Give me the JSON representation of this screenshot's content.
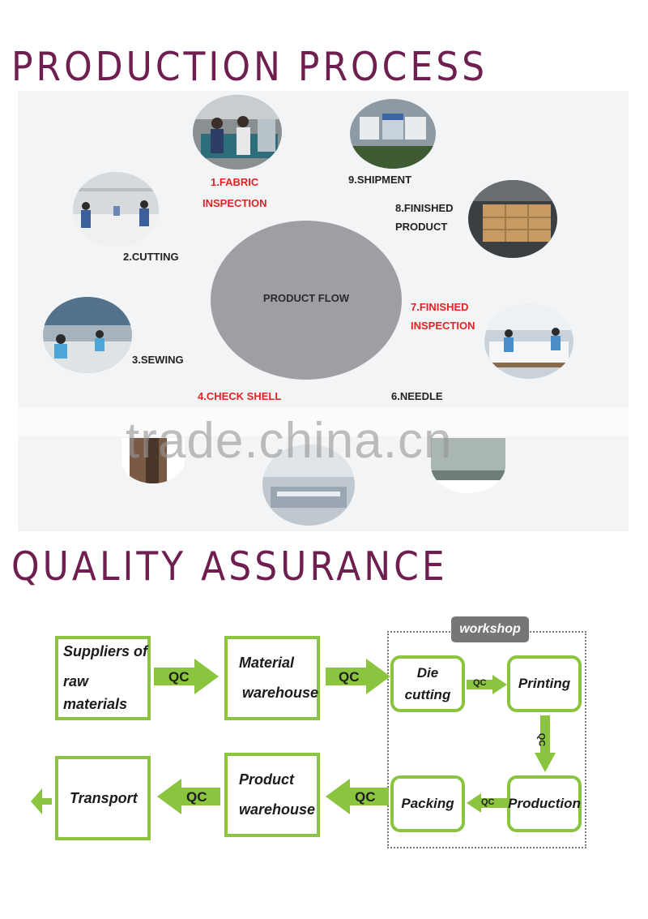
{
  "production": {
    "title": "PRODUCTION PROCESS",
    "hub_label": "PRODUCT FLOW",
    "steps": {
      "fabric_line1": "1.FABRIC",
      "fabric_line2": "INSPECTION",
      "cutting": "2.CUTTING",
      "sewing": "3.SEWING",
      "check_shell": "4.CHECK SHELL",
      "needle": "6.NEEDLE",
      "finished_insp_line1": "7.FINISHED",
      "finished_insp_line2": "INSPECTION",
      "finished_prod_line1": "8.FINISHED",
      "finished_prod_line2": "PRODUCT",
      "shipment": "9.SHIPMENT"
    },
    "colors": {
      "step_red": "#e02424",
      "step_black": "#222222",
      "hub": "#9e9fa3"
    }
  },
  "watermark": "trade.china.cn",
  "quality": {
    "title": "QUALITY ASSURANCE",
    "workshop_label": "workshop",
    "qc_label": "QC",
    "boxes": {
      "suppliers_line1": "Suppliers of",
      "suppliers_line2": "raw materials",
      "material_line1": "Material",
      "material_line2": "warehouse",
      "die_cutting": "Die cutting",
      "printing": "Printing",
      "production": "Production",
      "packing": "Packing",
      "product_line1": "Product",
      "product_line2": "warehouse",
      "transport": "Transport"
    },
    "colors": {
      "accent_green": "#8bc53f",
      "title": "#6e1f4f",
      "workshop_tag": "#767676"
    }
  }
}
